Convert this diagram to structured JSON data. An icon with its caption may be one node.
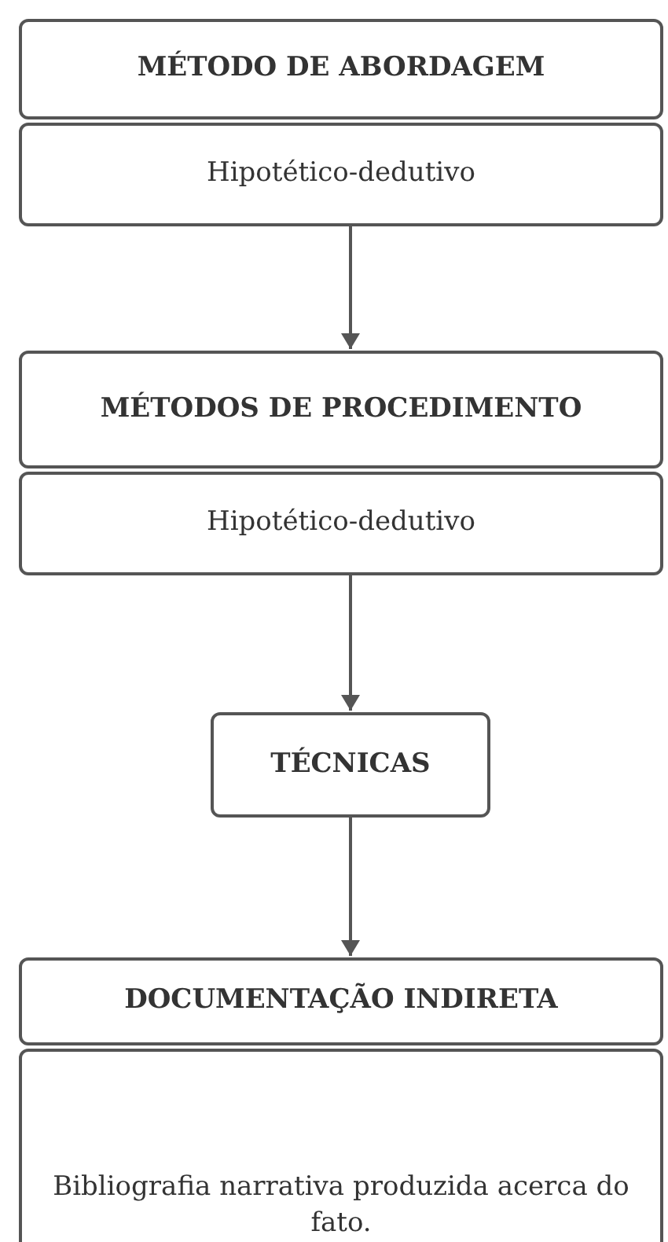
{
  "diagram": {
    "nodes": [
      {
        "text": [
          "MÉTODO DE ABORDAGEM",
          "Hipotético-dedutivo"
        ]
      },
      {
        "text": [
          "MÉTODOS DE PROCEDIMENTO",
          "Hipotético-dedutivo"
        ]
      },
      {
        "text": [
          "TÉCNICAS"
        ]
      },
      {
        "text": [
          "DOCUMENTAÇÃO INDIRETA",
          "Bibliografia narrativa produzida acerca do fato."
        ]
      }
    ],
    "edges": [
      {
        "from": 0,
        "to": 1,
        "arrow": "to"
      },
      {
        "from": 1,
        "to": 2,
        "arrow": "to"
      },
      {
        "from": 2,
        "to": 3,
        "arrow": "to"
      }
    ]
  }
}
